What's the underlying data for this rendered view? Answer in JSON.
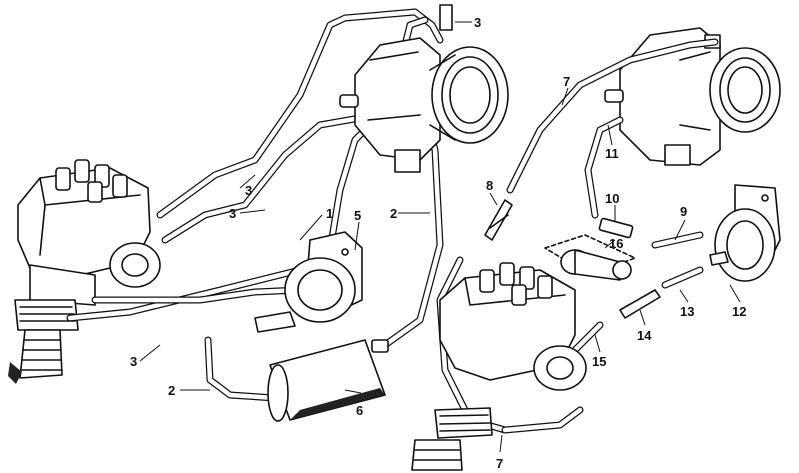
{
  "callouts": {
    "c1": "1",
    "c2a": "2",
    "c2b": "2",
    "c3a": "3",
    "c3b": "3",
    "c3c": "3",
    "c3d": "3",
    "c5": "5",
    "c6": "6",
    "c7a": "7",
    "c7b": "7",
    "c8": "8",
    "c9": "9",
    "c10": "10",
    "c11": "11",
    "c12": "12",
    "c13": "13",
    "c14": "14",
    "c15": "15",
    "c16": "16"
  },
  "colors": {
    "ink": "#111111",
    "paper": "#ffffff"
  }
}
